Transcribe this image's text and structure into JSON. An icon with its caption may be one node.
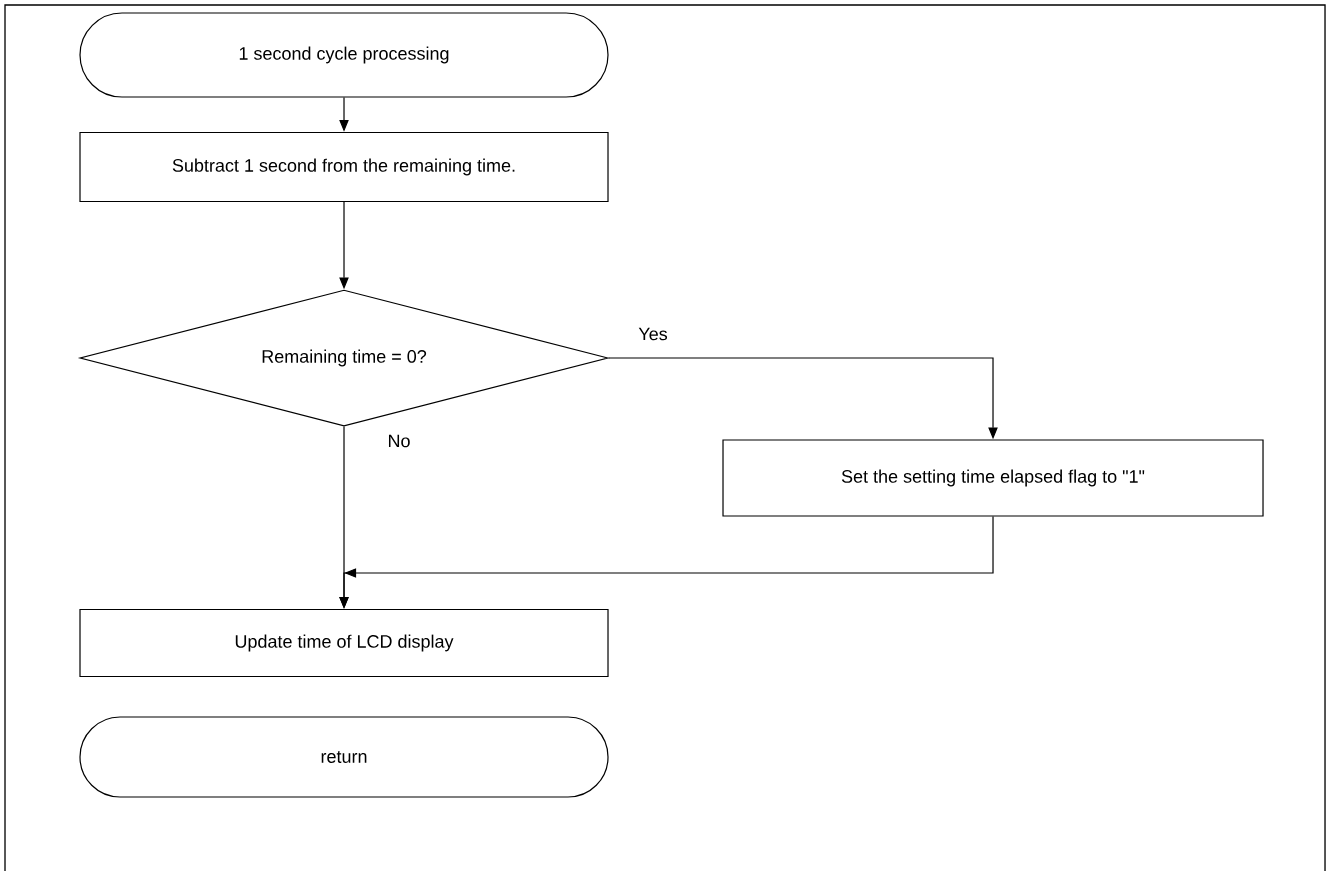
{
  "diagram": {
    "nodes": [
      {
        "text": [
          "1 second cycle processing"
        ]
      },
      {
        "text": [
          "Subtract 1 second from the remaining time."
        ]
      },
      {
        "text": [
          "Remaining time = 0?"
        ]
      },
      {
        "text": [
          "Set the setting time elapsed flag to \"1\""
        ]
      },
      {
        "text": [
          "Update time of LCD display"
        ]
      },
      {
        "text": [
          "return"
        ]
      }
    ],
    "edges": [
      {
        "from": 0,
        "to": 1,
        "arrow": "to"
      },
      {
        "from": 1,
        "to": 2,
        "arrow": "to"
      },
      {
        "from": 2,
        "to": 3,
        "arrow": "to",
        "label": "Yes"
      },
      {
        "from": 2,
        "to": 4,
        "arrow": "to",
        "label": "No"
      },
      {
        "from": 3,
        "to": 4,
        "arrow": "to"
      }
    ]
  }
}
